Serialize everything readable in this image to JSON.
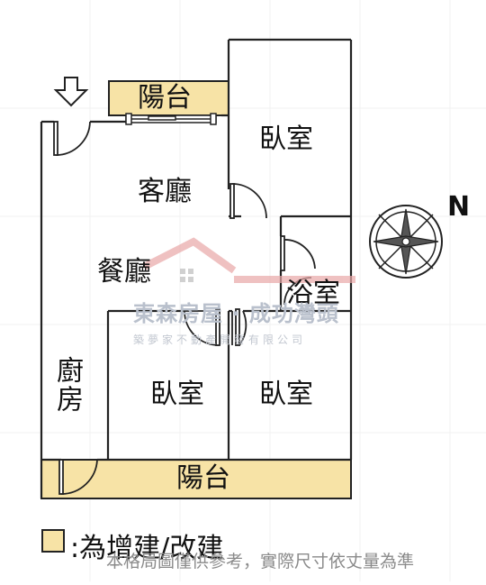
{
  "colors": {
    "addition_fill": "#f7e3a6",
    "wall": "#222222",
    "watermark": "#e9a8a8"
  },
  "rooms": {
    "balcony_top": "陽台",
    "bedroom_ne": "臥室",
    "living_room": "客廳",
    "dining_room": "餐廳",
    "bathroom": "浴室",
    "kitchen": "廚房",
    "bedroom_sw": "臥室",
    "bedroom_se": "臥室",
    "balcony_bottom": "陽台"
  },
  "compass": {
    "north_label": "N",
    "icon": "compass-rose-icon"
  },
  "entrance": {
    "icon": "entrance-arrow-icon"
  },
  "watermark": {
    "company": "東森房屋 · 成功灣頭",
    "subtitle": "築夢家不動產開發有限公司"
  },
  "legend": {
    "text": ":為增建/改建"
  },
  "disclaimer": "本格局圖僅供參考，實際尺寸依丈量為準"
}
